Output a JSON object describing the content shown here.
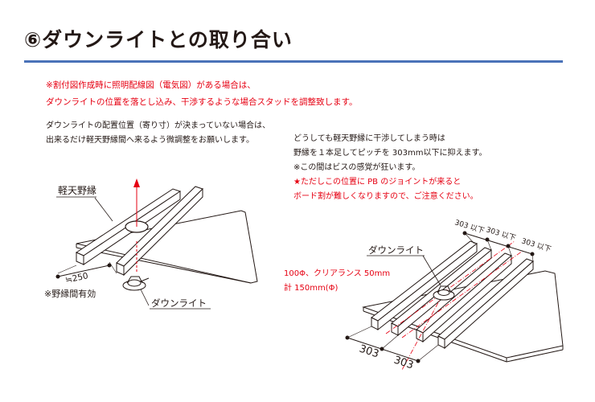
{
  "header": {
    "title": "⑥ダウンライトとの取り合い"
  },
  "notice": {
    "line1": "※割付図作成時に照明配線図（電気図）がある場合は、",
    "line2": "ダウンライトの位置を落とし込み、干渉するような場合スタッドを調整致します。"
  },
  "left_text": {
    "line1": "ダウンライトの配置位置（寄り寸）が決まっていない場合は、",
    "line2": "出来るだけ軽天野縁間へ来るよう微調整をお願いします。"
  },
  "right_text": {
    "line1": "どうしても軽天野縁に干渉してしまう時は",
    "line2": "野縁を１本足してピッチを 303mm以下に抑えます。",
    "line3": "※この間はビスの感覚が狂います。",
    "line4": "★ただしこの位置に PB のジョイントが来ると",
    "line5": "ボード割が難しくなりますので、ご注意ください。"
  },
  "left_diagram": {
    "furring_label": "軽天野縁",
    "dim_label": "≒250",
    "gap_label": "※野縁間有効",
    "downlight_label": "ダウンライト"
  },
  "right_diagram": {
    "downlight_label": "ダウンライト",
    "clearance_line1": "100Φ、クリアランス 50mm",
    "clearance_line2": "計 150mm(Φ)",
    "pitch_labels": [
      "303 以下",
      "303 以下",
      "303 以下"
    ],
    "bottom_dims": [
      "303",
      "303"
    ]
  },
  "colors": {
    "accent_rule": "#4a72b8",
    "warning_red": "#e60012",
    "text": "#231815"
  }
}
